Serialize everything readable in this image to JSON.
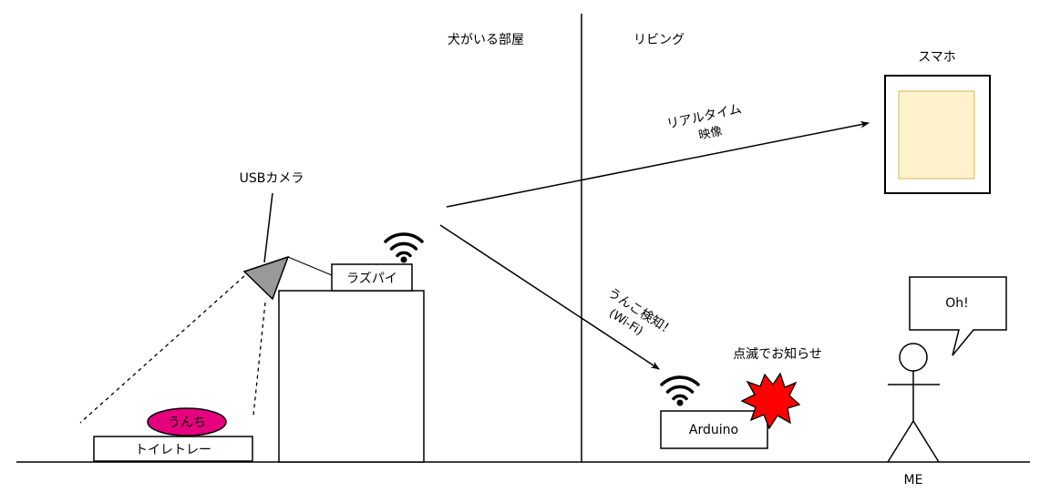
{
  "labels": {
    "dog_room": "犬がいる部屋",
    "living": "リビング",
    "smartphone": "スマホ",
    "usb_camera": "USBカメラ",
    "raspberry_pi": "ラズパイ",
    "realtime_line1": "リアルタイム",
    "realtime_line2": "映像",
    "detect_line1": "うんこ検知！",
    "detect_line2": "(Wi-Fi)",
    "notify": "点滅でお知らせ",
    "poop": "うんち",
    "toilet_tray": "トイレトレー",
    "arduino": "Arduino",
    "speech": "Oh!",
    "me": "ME"
  },
  "colors": {
    "line": "#000000",
    "camera_fill": "#999999",
    "phone_screen_fill": "#fff2cc",
    "phone_screen_stroke": "#d6b656",
    "poop_fill": "#e6007e",
    "starburst_fill": "#ff0000"
  },
  "icons": {
    "wifi_pi": "wifi-icon",
    "wifi_arduino": "wifi-icon",
    "camera": "camera-icon",
    "starburst": "starburst-icon",
    "person": "stick-figure-icon"
  }
}
